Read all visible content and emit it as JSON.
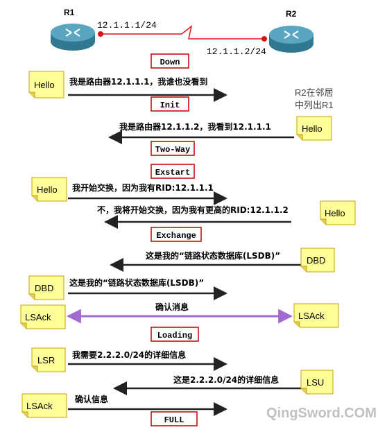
{
  "routers": {
    "r1": {
      "name": "R1",
      "ip": "12.1.1.1/24"
    },
    "r2": {
      "name": "R2",
      "ip": "12.1.1.2/24"
    }
  },
  "states": {
    "down": "Down",
    "init": "Init",
    "two_way": "Two-Way",
    "exstart": "Exstart",
    "exchange": "Exchange",
    "loading": "Loading",
    "full": "FULL"
  },
  "notes": {
    "hello": "Hello",
    "dbd": "DBD",
    "lsack": "LSAck",
    "lsr": "LSR",
    "lsu": "LSU"
  },
  "messages": {
    "m1": "我是路由器12.1.1.1，我谁也没看到",
    "m2": "我是路由器12.1.1.2，我看到12.1.1.1",
    "m3": "我开始交换，因为我有RID:12.1.1.1",
    "m4": "不，我将开始交换，因为我有更高的RID:12.1.1.2",
    "m5": "这是我的“链路状态数据库(LSDB)”",
    "m6": "这是我的“链路状态数据库(LSDB)”",
    "m7": "确认消息",
    "m8": "我需要2.2.2.0/24的详细信息",
    "m9": "这是2.2.2.0/24的详细信息",
    "m10": "确认信息"
  },
  "side_note": {
    "line1": "R2在邻居",
    "line2": "中列出R1"
  },
  "watermark": "QingSword.COM",
  "colors": {
    "router": "#3f8fa8",
    "link": "#e01010",
    "state_border": "#c00000",
    "note": "#ffff99",
    "arrow": "#222222",
    "lsack_arrow": "#a36bd1"
  }
}
